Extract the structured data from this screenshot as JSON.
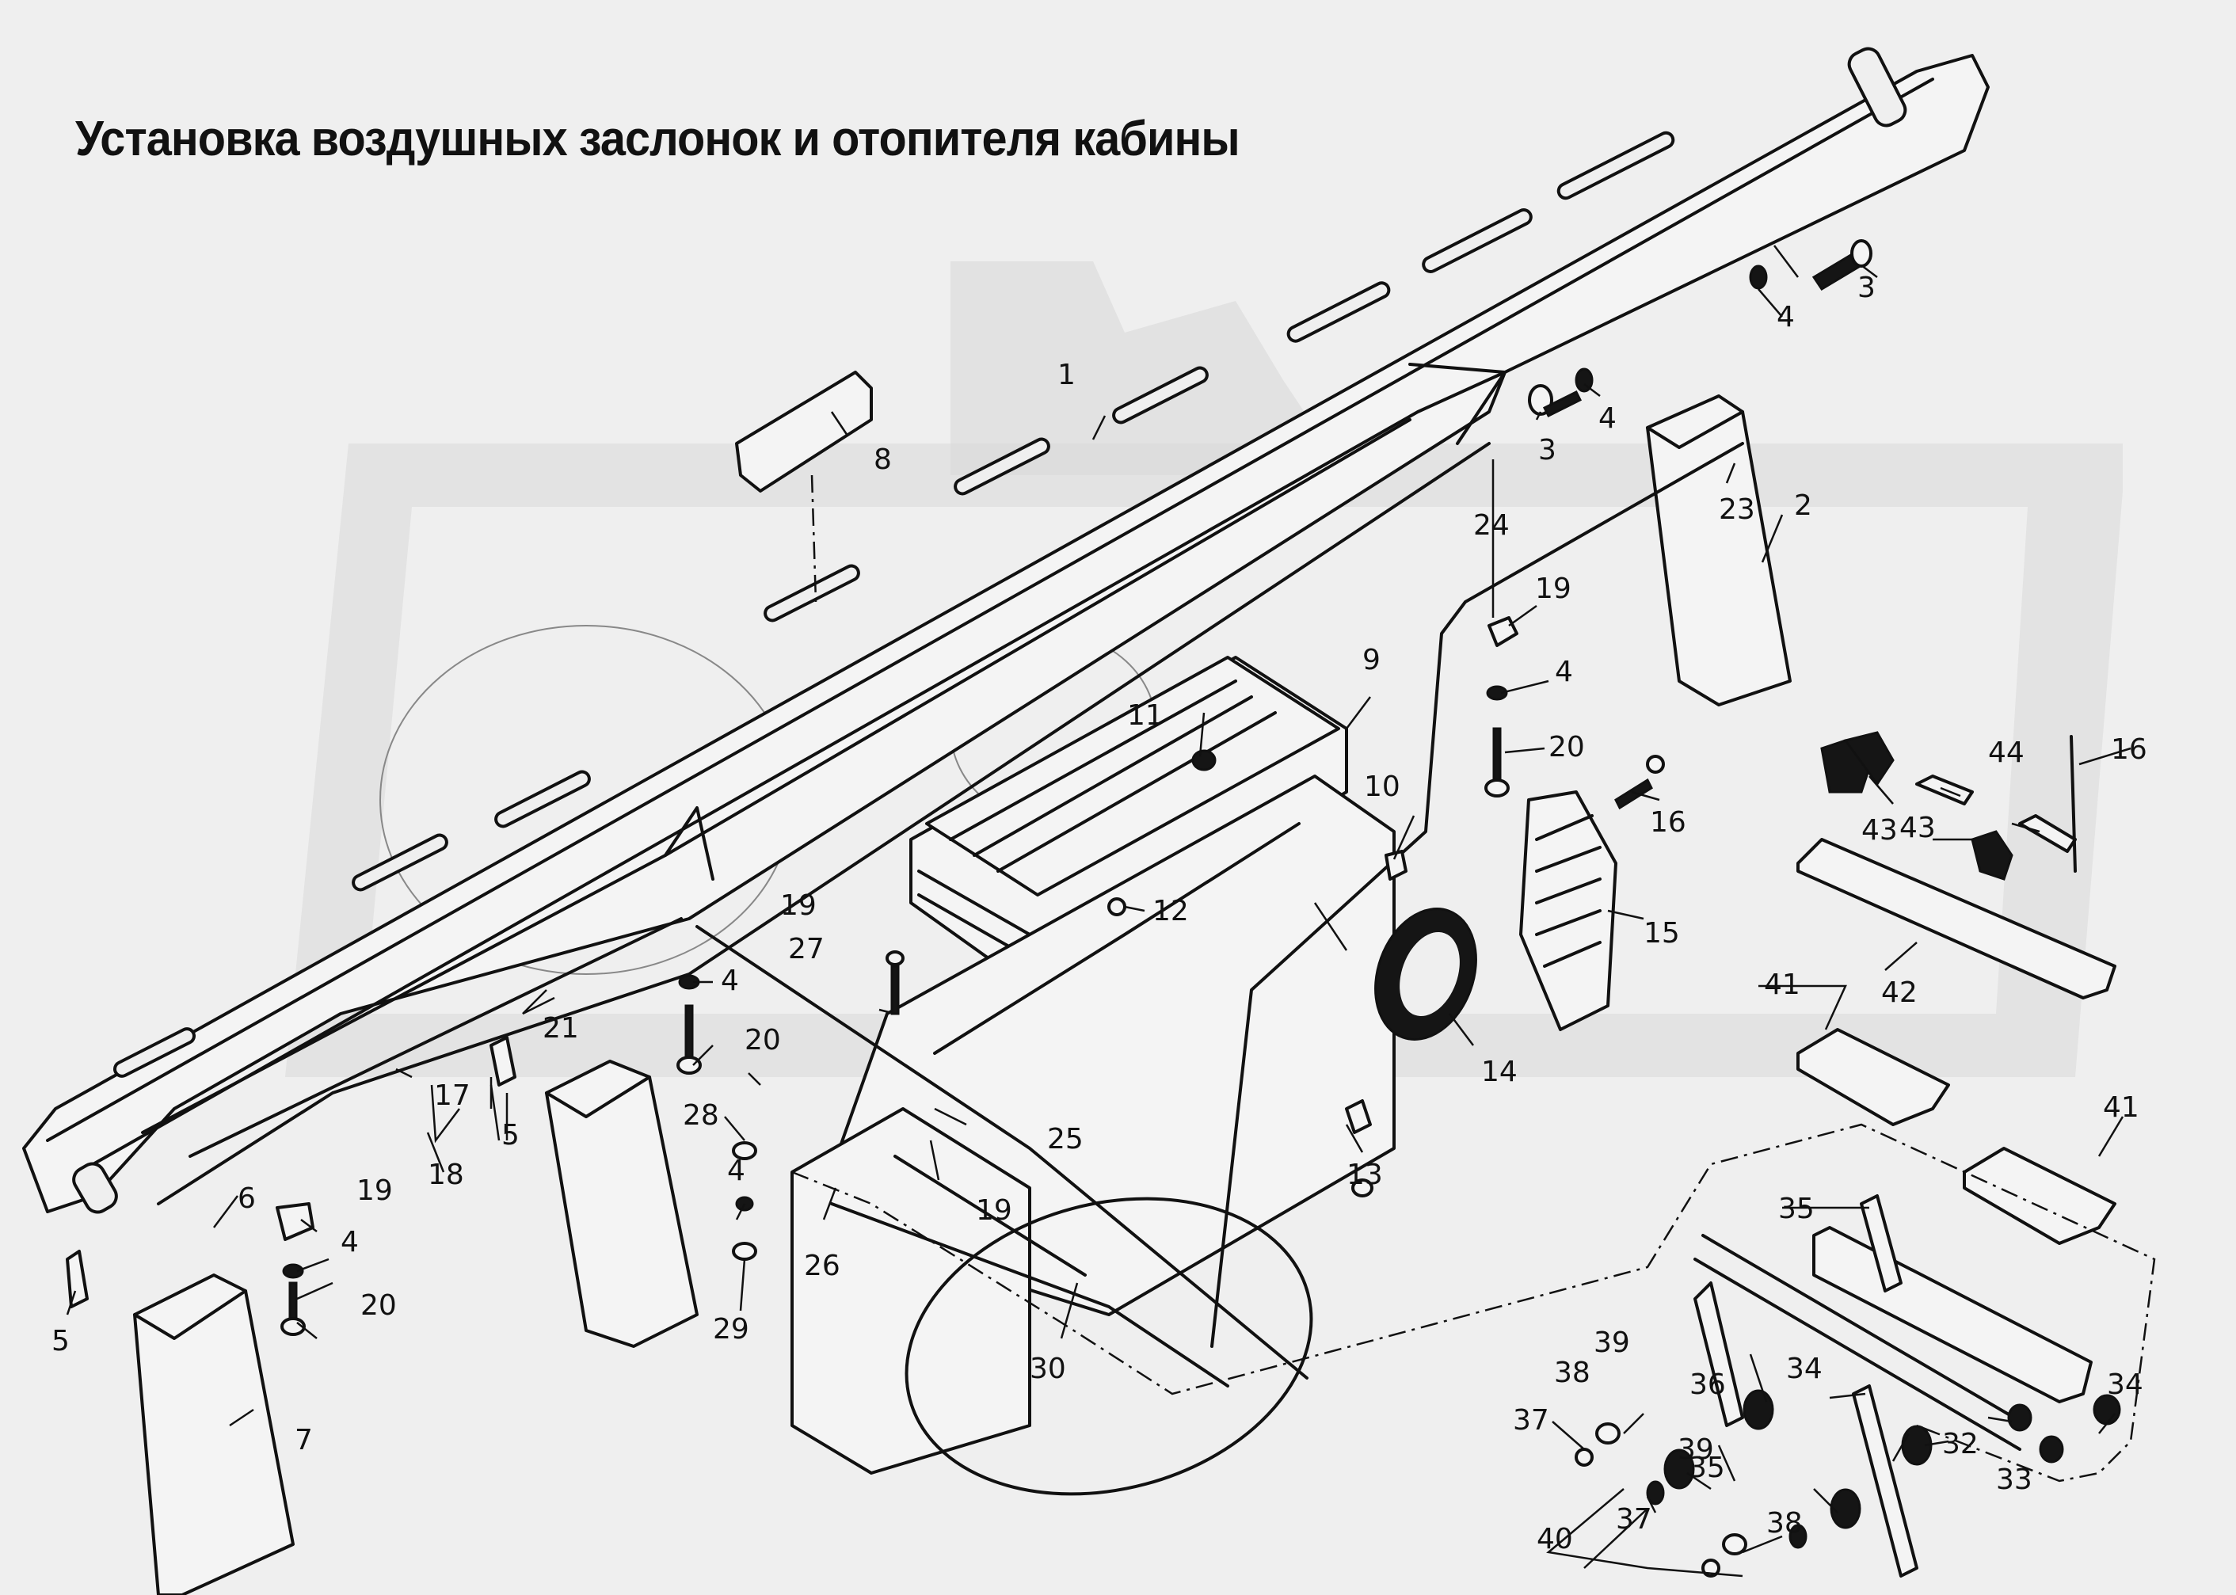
{
  "title": "Установка воздушных заслонок и отопителя кабины",
  "colors": {
    "background": "#efefef",
    "watermark": "#d9d9d9",
    "ink": "#111111"
  },
  "callouts": [
    {
      "id": "c1",
      "label": "1"
    },
    {
      "id": "c2",
      "label": "2"
    },
    {
      "id": "c3a",
      "label": "3"
    },
    {
      "id": "c3b",
      "label": "3"
    },
    {
      "id": "c4a",
      "label": "4"
    },
    {
      "id": "c4b",
      "label": "4"
    },
    {
      "id": "c4c",
      "label": "4"
    },
    {
      "id": "c4d",
      "label": "4"
    },
    {
      "id": "c4e",
      "label": "4"
    },
    {
      "id": "c4f",
      "label": "4"
    },
    {
      "id": "c5a",
      "label": "5"
    },
    {
      "id": "c5b",
      "label": "5"
    },
    {
      "id": "c6",
      "label": "6"
    },
    {
      "id": "c7",
      "label": "7"
    },
    {
      "id": "c8",
      "label": "8"
    },
    {
      "id": "c9",
      "label": "9"
    },
    {
      "id": "c10",
      "label": "10"
    },
    {
      "id": "c11",
      "label": "11"
    },
    {
      "id": "c12",
      "label": "12"
    },
    {
      "id": "c13",
      "label": "13"
    },
    {
      "id": "c14",
      "label": "14"
    },
    {
      "id": "c15",
      "label": "15"
    },
    {
      "id": "c16a",
      "label": "16"
    },
    {
      "id": "c16b",
      "label": "16"
    },
    {
      "id": "c17",
      "label": "17"
    },
    {
      "id": "c18",
      "label": "18"
    },
    {
      "id": "c19a",
      "label": "19"
    },
    {
      "id": "c19b",
      "label": "19"
    },
    {
      "id": "c19c",
      "label": "19"
    },
    {
      "id": "c19d",
      "label": "19"
    },
    {
      "id": "c20a",
      "label": "20"
    },
    {
      "id": "c20b",
      "label": "20"
    },
    {
      "id": "c20c",
      "label": "20"
    },
    {
      "id": "c21",
      "label": "21"
    },
    {
      "id": "c23",
      "label": "23"
    },
    {
      "id": "c24",
      "label": "24"
    },
    {
      "id": "c25",
      "label": "25"
    },
    {
      "id": "c26",
      "label": "26"
    },
    {
      "id": "c27",
      "label": "27"
    },
    {
      "id": "c28",
      "label": "28"
    },
    {
      "id": "c29",
      "label": "29"
    },
    {
      "id": "c30",
      "label": "30"
    },
    {
      "id": "c32",
      "label": "32"
    },
    {
      "id": "c33",
      "label": "33"
    },
    {
      "id": "c34a",
      "label": "34"
    },
    {
      "id": "c34b",
      "label": "34"
    },
    {
      "id": "c35a",
      "label": "35"
    },
    {
      "id": "c35b",
      "label": "35"
    },
    {
      "id": "c36",
      "label": "36"
    },
    {
      "id": "c37a",
      "label": "37"
    },
    {
      "id": "c37b",
      "label": "37"
    },
    {
      "id": "c38a",
      "label": "38"
    },
    {
      "id": "c38b",
      "label": "38"
    },
    {
      "id": "c39a",
      "label": "39"
    },
    {
      "id": "c39b",
      "label": "39"
    },
    {
      "id": "c40",
      "label": "40"
    },
    {
      "id": "c41a",
      "label": "41"
    },
    {
      "id": "c41b",
      "label": "41"
    },
    {
      "id": "c42",
      "label": "42"
    },
    {
      "id": "c43a",
      "label": "43"
    },
    {
      "id": "c43b",
      "label": "43"
    },
    {
      "id": "c44",
      "label": "44"
    }
  ]
}
